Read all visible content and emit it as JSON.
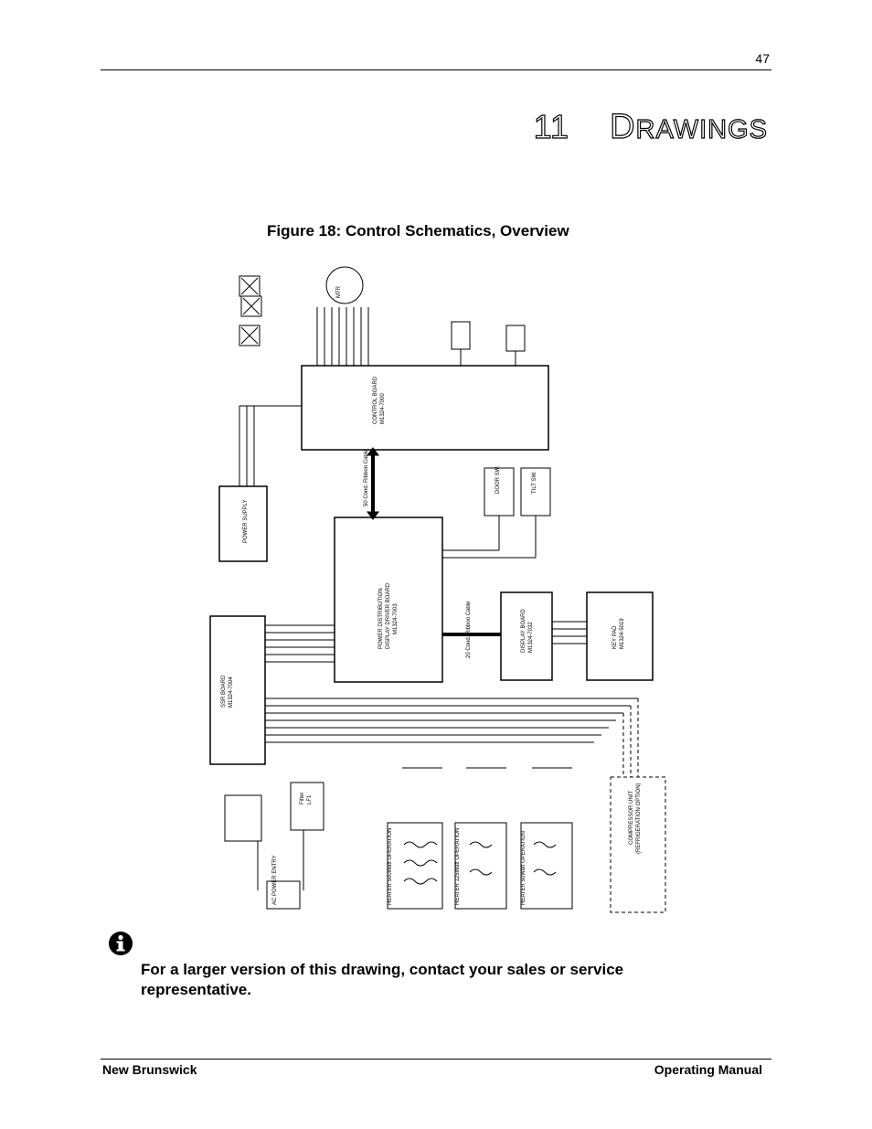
{
  "page": {
    "number": "47",
    "chapter_number": "11",
    "chapter_title_initial": "D",
    "chapter_title_rest": "RAWINGS"
  },
  "figure": {
    "caption": "Figure 18:  Control Schematics, Overview",
    "labels": {
      "control_board": "CONTROL BOARD",
      "control_board_part": "M1324-7000",
      "power_supply": "POWER SUPPLY",
      "power_distribution": "POWER DISTRIBUTION",
      "display_driver": "DISPLAY DRIVER BOARD",
      "pdb_part": "M1324-7003",
      "ssr_board": "SSR BOARD",
      "ssr_part": "M1324-7004",
      "display_board": "DISPLAY BOARD",
      "display_part": "M1324-7032",
      "key_pad": "KEY PAD",
      "key_pad_part": "M1324-5019",
      "door_sw": "DOOR SW.",
      "tilt_sw": "TILT SW.",
      "filter": "Filter",
      "lf1": "LF1",
      "compressor": "COMPRESSOR UNIT",
      "refrigeration_option": "(REFRIGERATION OPTION)",
      "heater_1": "HEATER 500Watt OPERATION",
      "heater_2": "HEATER 125Watt OPERATION",
      "heater_3": "HEATER 50Watt OPERATION",
      "ac_power": "AC POWER ENTRY",
      "mtr": "MTR",
      "ribbon_cable": "50 Cond. Ribbon Cable",
      "ribbon_cable_2": "20 Cond. Ribbon Cable"
    }
  },
  "note": {
    "text": "For a larger version of this drawing, contact your sales or service representative."
  },
  "footer": {
    "left": "New Brunswick",
    "right": "Operating Manual"
  }
}
